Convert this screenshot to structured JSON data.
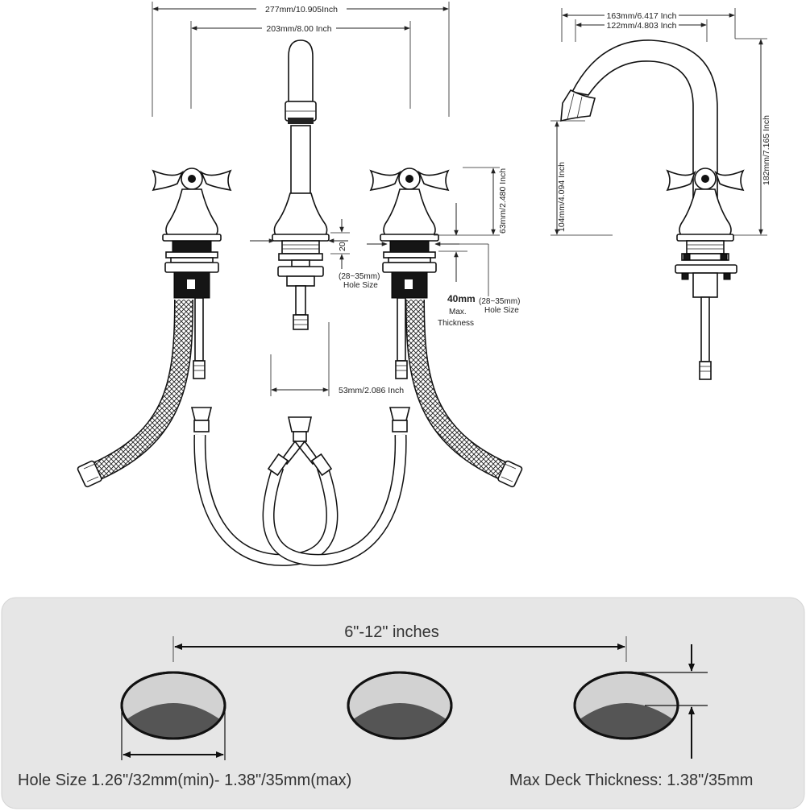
{
  "front_view": {
    "overall_width": "277mm/10.905Inch",
    "center_spread": "203mm/8.00 Inch",
    "handle_height": "63mm/2.480 Inch",
    "spout_offset": "53mm/2.086 Inch",
    "nut_gap": "20",
    "hole_size_left_range": "(28~35mm)",
    "hole_size_left_label": "Hole Size",
    "hole_size_right_range": "(28~35mm)",
    "hole_size_right_label": "Hole Size",
    "thickness_value": "40mm",
    "thickness_label_1": "Max.",
    "thickness_label_2": "Thickness"
  },
  "side_view": {
    "depth_overall": "163mm/6.417 Inch",
    "reach": "122mm/4.803 Inch",
    "total_height": "182mm/7.165 Inch",
    "spout_height": "104mm/4.094 Inch"
  },
  "install_panel": {
    "spread": "6\"-12\" inches",
    "hole_size": "Hole Size 1.26\"/32mm(min)- 1.38\"/35mm(max)",
    "deck_thickness": "Max Deck Thickness: 1.38\"/35mm",
    "background_color": "#e6e6e6"
  }
}
